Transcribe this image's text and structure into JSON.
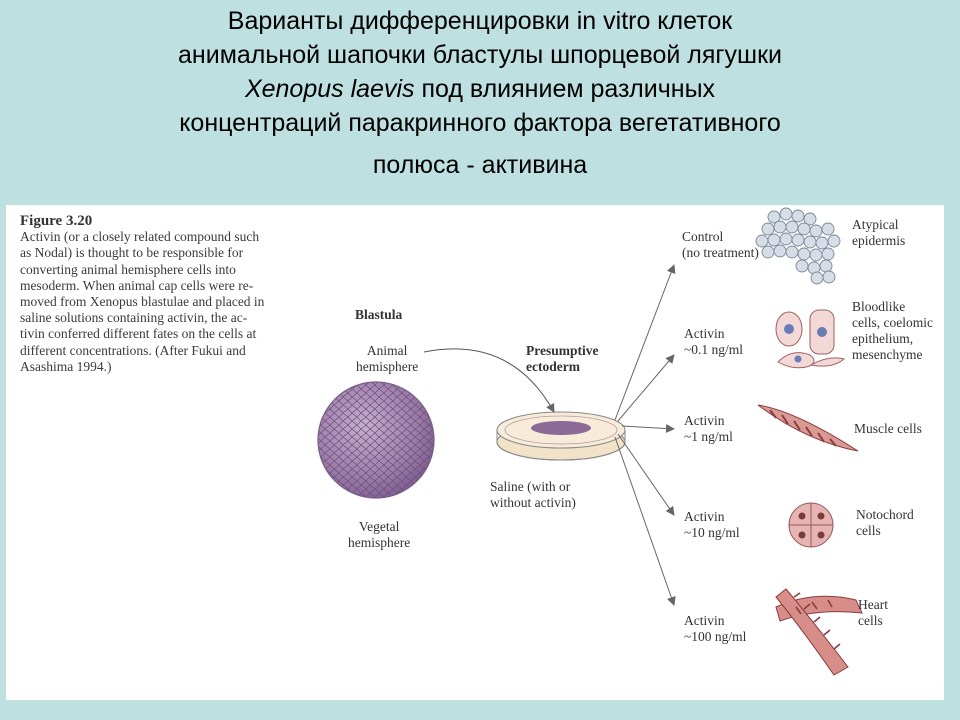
{
  "title": {
    "line1": "Варианты дифференцировки  in vitro клеток",
    "line2": "анимальной шапочки бластулы  шпорцевой лягушки",
    "line3_italic": "Xenopus laevis",
    "line3_rest": " под влиянием различных",
    "line4": "концентраций паракринного фактора вегетативного",
    "line5": "полюса - активина"
  },
  "figure": {
    "number": "Figure 3.20",
    "caption_lines": [
      "Activin (or a closely related compound such",
      "as Nodal) is thought to be responsible for",
      "converting animal hemisphere cells into",
      "mesoderm. When animal cap cells were re-",
      "moved from Xenopus blastulae and placed in",
      "saline solutions containing activin, the ac-",
      "tivin conferred different fates on the cells at",
      "different concentrations. (After Fukui and",
      "Asashima 1994.)"
    ]
  },
  "diagram": {
    "blastula": "Blastula",
    "animal": [
      "Animal",
      "hemisphere"
    ],
    "vegetal": [
      "Vegetal",
      "hemisphere"
    ],
    "presumptive": [
      "Presumptive",
      "ectoderm"
    ],
    "saline": [
      "Saline (with or",
      "without activin)"
    ],
    "treatments": [
      {
        "line1": "Control",
        "line2": "(no treatment)",
        "fate": [
          "Atypical",
          "epidermis"
        ]
      },
      {
        "line1": "Activin",
        "line2": "~0.1 ng/ml",
        "fate": [
          "Bloodlike",
          "cells, coelomic",
          "epithelium,",
          "mesenchyme"
        ]
      },
      {
        "line1": "Activin",
        "line2": "~1 ng/ml",
        "fate": [
          "Muscle cells"
        ]
      },
      {
        "line1": "Activin",
        "line2": "~10 ng/ml",
        "fate": [
          "Notochord",
          "cells"
        ]
      },
      {
        "line1": "Activin",
        "line2": "~100 ng/ml",
        "fate": [
          "Heart",
          "cells"
        ]
      }
    ]
  },
  "colors": {
    "background": "#bfe0e1",
    "panel": "#ffffff",
    "blastula": "#a98bb4",
    "cells": "#c98f92"
  }
}
